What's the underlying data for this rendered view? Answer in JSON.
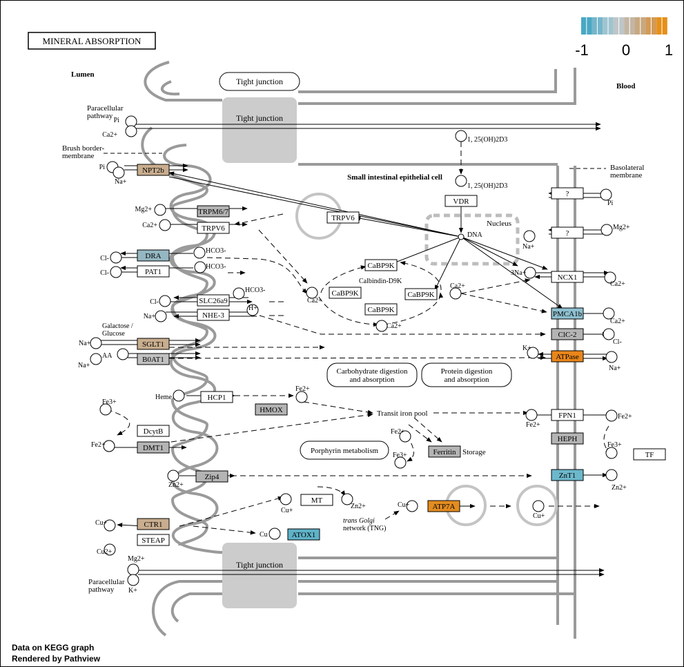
{
  "title": "MINERAL ABSORPTION",
  "legend": {
    "min": "-1",
    "mid": "0",
    "max": "1",
    "colors": [
      "#4aa8c4",
      "#75b6cb",
      "#9fc4cf",
      "#bfc6c8",
      "#c3b6a4",
      "#c8a87f",
      "#d39a56",
      "#e5901a"
    ]
  },
  "regions": {
    "lumen": "Lumen",
    "blood": "Blood",
    "cell": "Small intestinal epithelial cell",
    "nucleus": "Nucleus",
    "basolateral": [
      "Basolateral",
      "membrane"
    ],
    "brush_border": [
      "Brush border-",
      "membrane"
    ],
    "paracellular_top": [
      "Paracellular",
      "pathway"
    ],
    "paracellular_bottom": [
      "Paracellular",
      "pathway"
    ],
    "tight_junction_label": "Tight junction",
    "tight_junction_top": "Tight junction",
    "tight_junction_bottom": "Tight junction"
  },
  "genes": {
    "npt2b": "NPT2b",
    "trpm67": "TRPM6/7",
    "trpv6_mem": "TRPV6",
    "dra": "DRA",
    "pat1": "PAT1",
    "slc26a9": "SLC26a9",
    "nhe3": "NHE-3",
    "sglt1": "SGLT1",
    "b0at1": "B0AT1",
    "hcp1": "HCP1",
    "hmox": "HMOX",
    "dcytb": "DcytB",
    "dmt1": "DMT1",
    "zip4": "Zip4",
    "ctr1": "CTR1",
    "steap": "STEAP",
    "atox1": "ATOX1",
    "mt": "MT",
    "atp7a": "ATP7A",
    "ferritin": "Ferritin",
    "vdr": "VDR",
    "trpv6_in": "TRPV6",
    "cabp9k_a": "CaBP9K",
    "cabp9k_b": "CaBP9K",
    "cabp9k_c": "CaBP9K",
    "cabp9k_d": "CaBP9K",
    "q1": "?",
    "q2": "?",
    "ncx1": "NCX1",
    "pmca1b": "PMCA1b",
    "clc2": "ClC-2",
    "atpase": "ATPase",
    "fpn1": "FPN1",
    "heph": "HEPH",
    "tf": "TF",
    "znt1": "ZnT1"
  },
  "gene_colors": {
    "npt2b": "#c8ad8e",
    "trpm67": "#b4b4b4",
    "dra": "#94b7c2",
    "sglt1": "#c8ad8e",
    "b0at1": "#c1c1c1",
    "hmox": "#b4b4b4",
    "dmt1": "#b4b4b4",
    "zip4": "#b4b4b4",
    "ctr1": "#c8ad8e",
    "atox1": "#5fb2c8",
    "atp7a": "#e38c20",
    "ferritin": "#b4b4b4",
    "pmca1b": "#8ebfcf",
    "clc2": "#b4b4b4",
    "atpase": "#e9861a",
    "heph": "#b4b4b4",
    "znt1": "#6db7cb"
  },
  "labels": {
    "pi_para": "Pi",
    "ca_para": "Ca2+",
    "pi_npt": "Pi",
    "na_npt": "Na+",
    "mg_trpm": "Mg2+",
    "ca_trpv": "Ca2+",
    "cl_dra": "Cl-",
    "hco3_dra": "HCO3-",
    "cl_pat": "Cl-",
    "hco3_pat": "HCO3-",
    "cl_slc": "Cl-",
    "hco3_slc": "HCO3-",
    "na_nhe": "Na+",
    "h_nhe": "H+",
    "galactose": [
      "Galactose /",
      "Glucose"
    ],
    "na_sglt": "Na+",
    "aa": "AA",
    "na_b0": "Na+",
    "heme": "Heme",
    "fe3_top": "Fe3+",
    "fe2_hcp": "Fe2+",
    "fe2_dmt": "Fe2+",
    "zn_zip": "Zn2+",
    "cu_ctr": "Cu+",
    "cu2_steap": "Cu2+",
    "cu_mt": "Cu+",
    "zn_mt": "Zn2+",
    "cu_atox": "Cu",
    "cu_atp7a": "Cu+",
    "tgn": [
      "trans Golgi",
      "network (TNG)"
    ],
    "cu_out": "Cu+",
    "mg_para": "Mg2+",
    "k_para": "K+",
    "vitd_top": "1, 25(OH)2D3",
    "vitd_in": "1, 25(OH)2D3",
    "dna": "DNA",
    "calbindin": "Calbindin-D9K",
    "ca_cab1": "Ca2+",
    "ca_cab2": "Ca2+",
    "ca_cab3": "Ca2+",
    "pi_q": "Pi",
    "mg_q": "Mg2+",
    "na_q": "Na+",
    "na3_ncx": "3Na+",
    "ca_ncx": "Ca2+",
    "ca_pmca": "Ca2+",
    "cl_clc": "Cl-",
    "k_atp": "K+",
    "na_atp": "Na+",
    "fe2_fpn_l": "Fe2+",
    "fe2_fpn_r": "Fe2+",
    "fe3_heph": "Fe3+",
    "zn_znt": "Zn2+",
    "transit_iron": "Transit iron pool",
    "storage": "Storage",
    "fe2_fer": "Fe2+",
    "fe3_fer": "Fe3+",
    "fe2_hmox": "Fe2+"
  },
  "process_boxes": {
    "carb": [
      "Carbohydrate digestion",
      "and absorption"
    ],
    "protein": [
      "Protein digestion",
      "and absorption"
    ],
    "porphyrin": "Porphyrin metabolism"
  },
  "footer": {
    "line1": "Data on KEGG graph",
    "line2": "Rendered by Pathview"
  }
}
